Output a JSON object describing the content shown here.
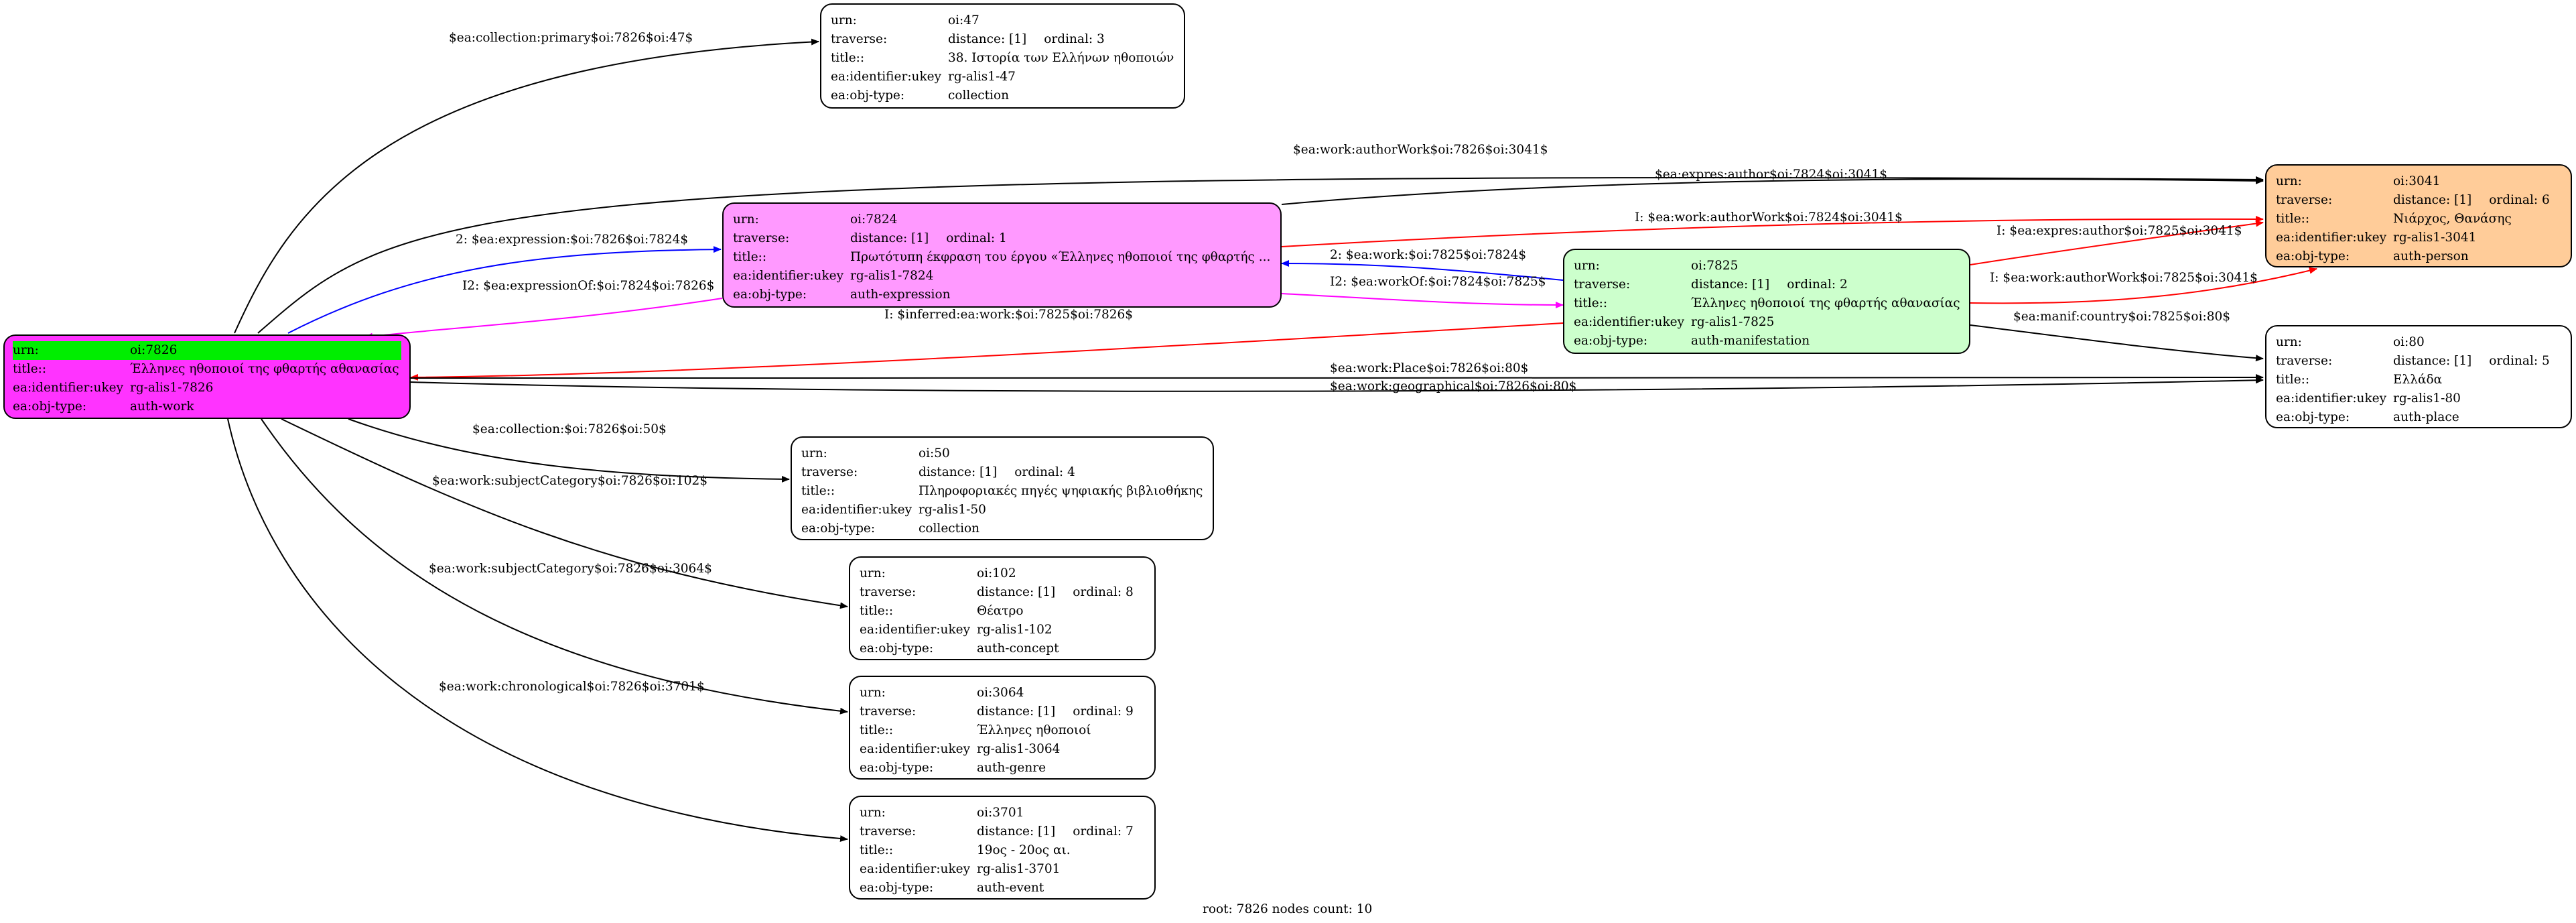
{
  "nodes": {
    "oi7826": {
      "urn_key": "urn:",
      "urn": "oi:7826",
      "title_key": "title::",
      "title": "Έλληνες ηθοποιοί της φθαρτής αθανασίας",
      "ukey_key": "ea:identifier:ukey",
      "ukey": "rg-alis1-7826",
      "type_key": "ea:obj-type:",
      "type": "auth-work",
      "fill": "#ff33ff"
    },
    "oi47": {
      "urn_key": "urn:",
      "urn": "oi:47",
      "trav_key": "traverse:",
      "distance": "distance: [1]",
      "ordinal": "ordinal: 3",
      "title_key": "title::",
      "title": "38. Ιστορία των Ελλήνων ηθοποιών",
      "ukey_key": "ea:identifier:ukey",
      "ukey": "rg-alis1-47",
      "type_key": "ea:obj-type:",
      "type": "collection",
      "fill": "#ffffff"
    },
    "oi7824": {
      "urn_key": "urn:",
      "urn": "oi:7824",
      "trav_key": "traverse:",
      "distance": "distance: [1]",
      "ordinal": "ordinal: 1",
      "title_key": "title::",
      "title": "Πρωτότυπη έκφραση του έργου «Έλληνες ηθοποιοί της φθαρτής ...",
      "ukey_key": "ea:identifier:ukey",
      "ukey": "rg-alis1-7824",
      "type_key": "ea:obj-type:",
      "type": "auth-expression",
      "fill": "#ff99ff"
    },
    "oi7825": {
      "urn_key": "urn:",
      "urn": "oi:7825",
      "trav_key": "traverse:",
      "distance": "distance: [1]",
      "ordinal": "ordinal: 2",
      "title_key": "title::",
      "title": "Έλληνες ηθοποιοί της φθαρτής αθανασίας",
      "ukey_key": "ea:identifier:ukey",
      "ukey": "rg-alis1-7825",
      "type_key": "ea:obj-type:",
      "type": "auth-manifestation",
      "fill": "#ccffcc"
    },
    "oi3041": {
      "urn_key": "urn:",
      "urn": "oi:3041",
      "trav_key": "traverse:",
      "distance": "distance: [1]",
      "ordinal": "ordinal: 6",
      "title_key": "title::",
      "title": "Νιάρχος, Θανάσης",
      "ukey_key": "ea:identifier:ukey",
      "ukey": "rg-alis1-3041",
      "type_key": "ea:obj-type:",
      "type": "auth-person",
      "fill": "#ffcc99"
    },
    "oi80": {
      "urn_key": "urn:",
      "urn": "oi:80",
      "trav_key": "traverse:",
      "distance": "distance: [1]",
      "ordinal": "ordinal: 5",
      "title_key": "title::",
      "title": "Ελλάδα",
      "ukey_key": "ea:identifier:ukey",
      "ukey": "rg-alis1-80",
      "type_key": "ea:obj-type:",
      "type": "auth-place",
      "fill": "#ffffff"
    },
    "oi50": {
      "urn_key": "urn:",
      "urn": "oi:50",
      "trav_key": "traverse:",
      "distance": "distance: [1]",
      "ordinal": "ordinal: 4",
      "title_key": "title::",
      "title": "Πληροφοριακές πηγές ψηφιακής βιβλιοθήκης",
      "ukey_key": "ea:identifier:ukey",
      "ukey": "rg-alis1-50",
      "type_key": "ea:obj-type:",
      "type": "collection",
      "fill": "#ffffff"
    },
    "oi102": {
      "urn_key": "urn:",
      "urn": "oi:102",
      "trav_key": "traverse:",
      "distance": "distance: [1]",
      "ordinal": "ordinal: 8",
      "title_key": "title::",
      "title": "Θέατρο",
      "ukey_key": "ea:identifier:ukey",
      "ukey": "rg-alis1-102",
      "type_key": "ea:obj-type:",
      "type": "auth-concept",
      "fill": "#ffffff"
    },
    "oi3064": {
      "urn_key": "urn:",
      "urn": "oi:3064",
      "trav_key": "traverse:",
      "distance": "distance: [1]",
      "ordinal": "ordinal: 9",
      "title_key": "title::",
      "title": "Έλληνες ηθοποιοί",
      "ukey_key": "ea:identifier:ukey",
      "ukey": "rg-alis1-3064",
      "type_key": "ea:obj-type:",
      "type": "auth-genre",
      "fill": "#ffffff"
    },
    "oi3701": {
      "urn_key": "urn:",
      "urn": "oi:3701",
      "trav_key": "traverse:",
      "distance": "distance: [1]",
      "ordinal": "ordinal: 7",
      "title_key": "title::",
      "title": "19ος - 20ος αι.",
      "ukey_key": "ea:identifier:ukey",
      "ukey": "rg-alis1-3701",
      "type_key": "ea:obj-type:",
      "type": "auth-event",
      "fill": "#ffffff"
    }
  },
  "root_highlight": "#00ee00",
  "edges": [
    {
      "label": "$ea:collection:primary$oi:7826$oi:47$",
      "color": "#000000"
    },
    {
      "label": "$ea:work:authorWork$oi:7826$oi:3041$",
      "color": "#000000"
    },
    {
      "label": "$ea:expres:author$oi:7824$oi:3041$",
      "color": "#000000"
    },
    {
      "label": "2: $ea:expression:$oi:7826$oi:7824$",
      "color": "#0000ff"
    },
    {
      "label": "I: $ea:work:authorWork$oi:7824$oi:3041$",
      "color": "#ff0000"
    },
    {
      "label": "I: $ea:expres:author$oi:7825$oi:3041$",
      "color": "#ff0000"
    },
    {
      "label": "2: $ea:work:$oi:7825$oi:7824$",
      "color": "#0000ff"
    },
    {
      "label": "I2: $ea:expressionOf:$oi:7824$oi:7826$",
      "color": "#ff00ff"
    },
    {
      "label": "I2: $ea:workOf:$oi:7824$oi:7825$",
      "color": "#ff00ff"
    },
    {
      "label": "I: $ea:work:authorWork$oi:7825$oi:3041$",
      "color": "#ff0000"
    },
    {
      "label": "I: $inferred:ea:work:$oi:7825$oi:7826$",
      "color": "#ff0000"
    },
    {
      "label": "$ea:manif:country$oi:7825$oi:80$",
      "color": "#000000"
    },
    {
      "label": "$ea:work:Place$oi:7826$oi:80$",
      "color": "#000000"
    },
    {
      "label": "$ea:work:geographical$oi:7826$oi:80$",
      "color": "#000000"
    },
    {
      "label": "$ea:collection:$oi:7826$oi:50$",
      "color": "#000000"
    },
    {
      "label": "$ea:work:subjectCategory$oi:7826$oi:102$",
      "color": "#000000"
    },
    {
      "label": "$ea:work:subjectCategory$oi:7826$oi:3064$",
      "color": "#000000"
    },
    {
      "label": "$ea:work:chronological$oi:7826$oi:3701$",
      "color": "#000000"
    }
  ],
  "footer": "root: 7826 nodes count: 10"
}
